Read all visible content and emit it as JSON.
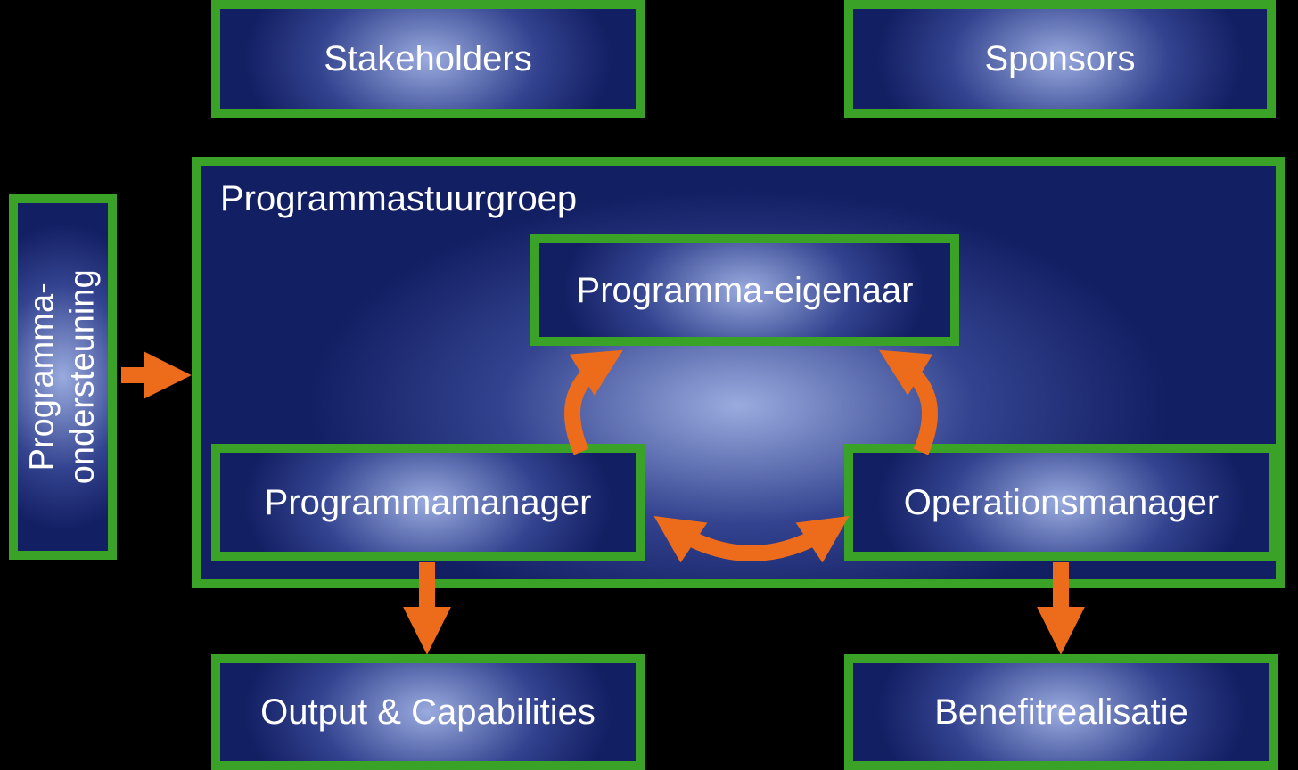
{
  "colors": {
    "green": "#3aa226",
    "orange": "#ec6c1c",
    "text": "#ffffff",
    "background": "#000000",
    "box_light": "#9aabdf",
    "box_mid": "#33438f",
    "box_dark": "#131f63"
  },
  "nodes": {
    "stakeholders": {
      "label": "Stakeholders"
    },
    "sponsors": {
      "label": "Sponsors"
    },
    "program_support": {
      "label_line1": "Programma-",
      "label_line2": "ondersteuning"
    },
    "steering_group": {
      "label": "Programmastuurgroep"
    },
    "program_owner": {
      "label": "Programma-eigenaar"
    },
    "program_manager": {
      "label": "Programmamanager"
    },
    "operations_manager": {
      "label": "Operationsmanager"
    },
    "output_capabilities": {
      "label": "Output & Capabilities"
    },
    "benefit_realisation": {
      "label": "Benefitrealisatie"
    }
  }
}
